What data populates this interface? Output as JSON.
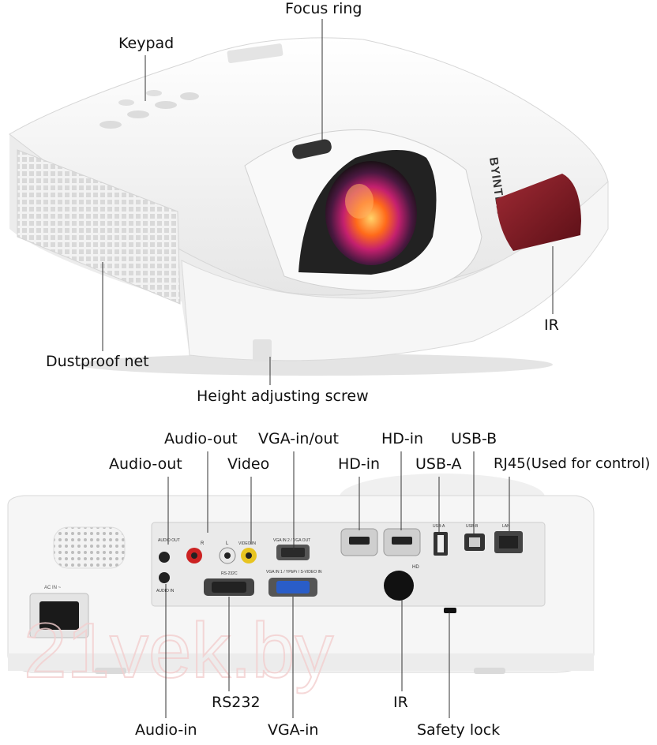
{
  "projector_top": {
    "brand": "BYINTEK",
    "labels": {
      "focus_ring": "Focus ring",
      "keypad": "Keypad",
      "ir_front": "IR",
      "dustproof_net": "Dustproof net",
      "height_screw": "Height adjusting screw"
    }
  },
  "projector_rear": {
    "labels": {
      "audio_out_top": "Audio-out",
      "audio_out_left": "Audio-out",
      "vga_in_out": "VGA-in/out",
      "video": "Video",
      "hd_in_top": "HD-in",
      "hd_in_left": "HD-in",
      "usb_b": "USB-B",
      "usb_a": "USB-A",
      "rj45": "RJ45(Used for control)",
      "rs232": "RS232",
      "ir_rear": "IR",
      "audio_in": "Audio-in",
      "vga_in": "VGA-in",
      "safety_lock": "Safety lock"
    },
    "panel_text": {
      "audio_out": "AUDIO OUT",
      "audio_in": "AUDIO IN",
      "r": "R",
      "l": "L",
      "video_in": "VIDEO IN",
      "vga_in2_out": "VGA IN 2 / VGA OUT",
      "rs232c": "RS-232C",
      "vga_in1": "VGA IN 1 / YPbPr / S-VIDEO IN",
      "usb_a": "USB-A",
      "usb_b": "USB-B",
      "lan": "LAN",
      "hd": "HD",
      "ac_in": "AC IN ~"
    }
  },
  "watermark": "21vek.by",
  "colors": {
    "body": "#f4f4f4",
    "ir_window": "#7a1a22",
    "lens_glow": "#ff6a1a"
  }
}
